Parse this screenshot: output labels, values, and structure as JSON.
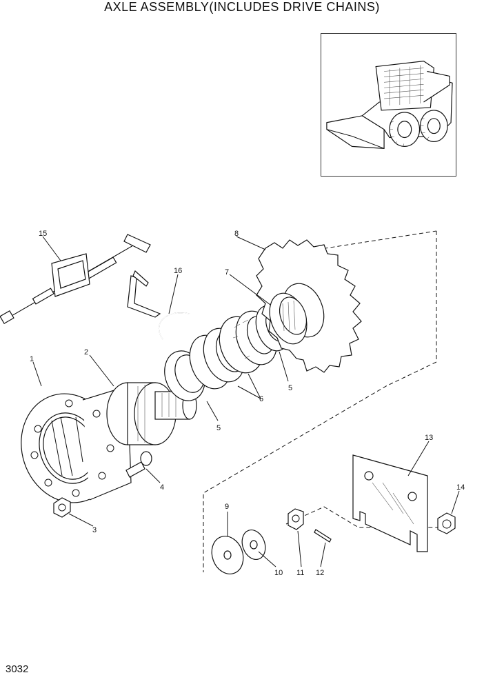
{
  "title": "AXLE ASSEMBLY(INCLUDES DRIVE CHAINS)",
  "page_number": "3032",
  "callouts": [
    {
      "id": "1",
      "name": "callout-1"
    },
    {
      "id": "2",
      "name": "callout-2"
    },
    {
      "id": "3",
      "name": "callout-3"
    },
    {
      "id": "4",
      "name": "callout-4"
    },
    {
      "id": "5",
      "name": "callout-5a"
    },
    {
      "id": "5",
      "name": "callout-5b"
    },
    {
      "id": "6",
      "name": "callout-6"
    },
    {
      "id": "7",
      "name": "callout-7"
    },
    {
      "id": "8",
      "name": "callout-8"
    },
    {
      "id": "9",
      "name": "callout-9"
    },
    {
      "id": "10",
      "name": "callout-10"
    },
    {
      "id": "11",
      "name": "callout-11"
    },
    {
      "id": "12",
      "name": "callout-12"
    },
    {
      "id": "13",
      "name": "callout-13"
    },
    {
      "id": "14",
      "name": "callout-14"
    },
    {
      "id": "15",
      "name": "callout-15"
    },
    {
      "id": "16",
      "name": "callout-16"
    }
  ]
}
